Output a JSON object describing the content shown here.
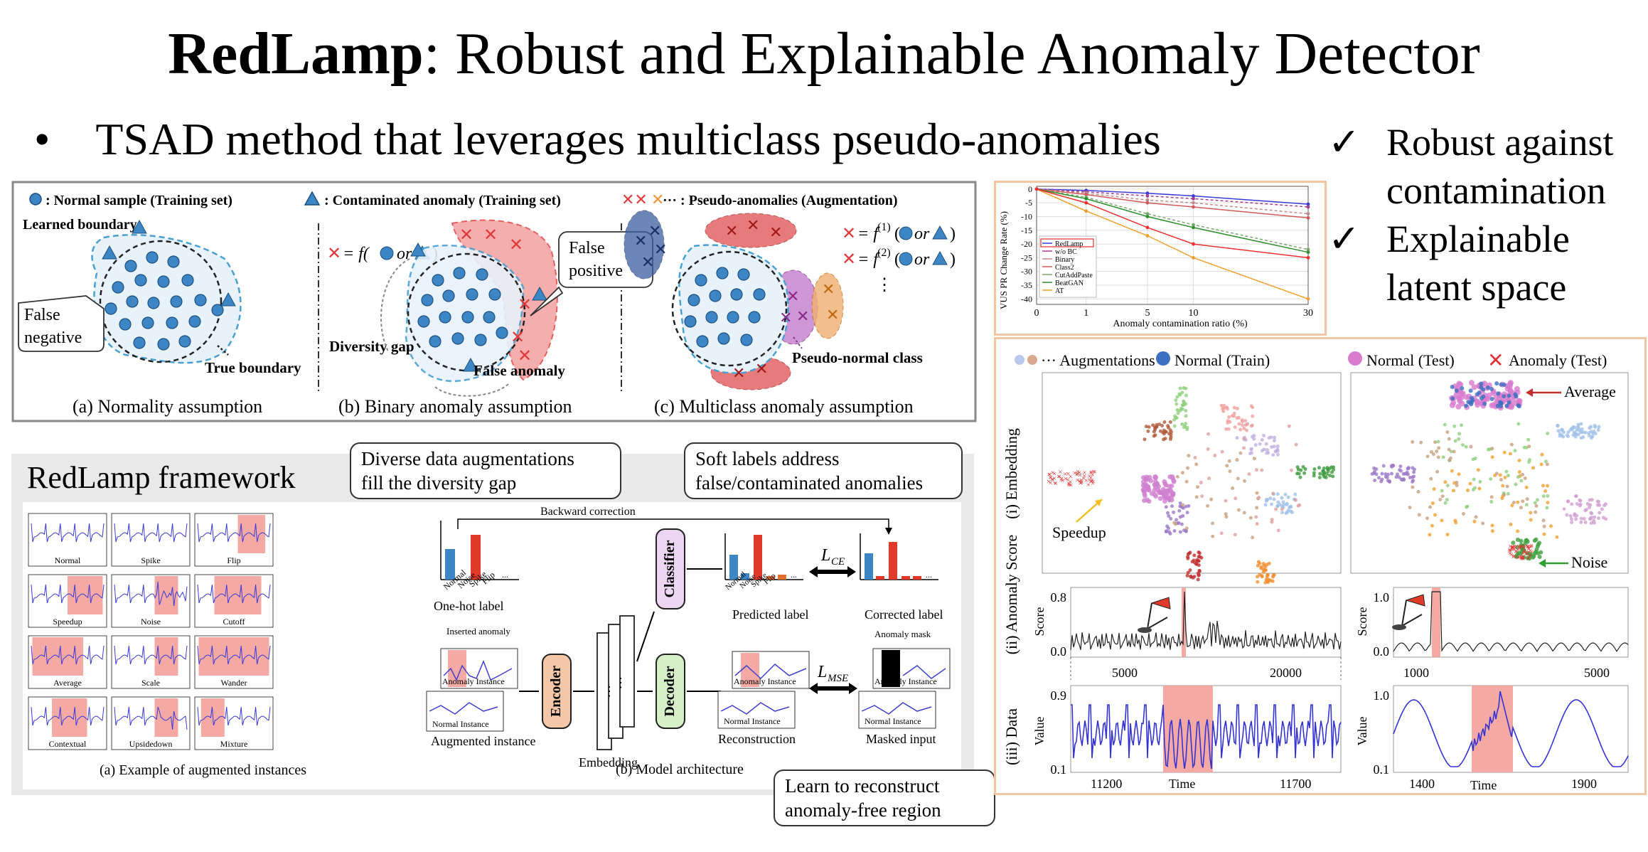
{
  "title": {
    "bold": "RedLamp",
    "rest": ": Robust and Explainable Anomaly Detector"
  },
  "bullet": {
    "symbol": "•",
    "text": "TSAD method that leverages multiclass pseudo-anomalies"
  },
  "checks": [
    {
      "mark": "✓",
      "line1": "Robust against",
      "line2": "contamination"
    },
    {
      "mark": "✓",
      "line1": "Explainable",
      "line2": "latent space"
    }
  ],
  "assumptions": {
    "legend_normal": ": Normal sample (Training set)",
    "legend_contam": ": Contaminated anomaly (Training set)",
    "legend_pseudo": "··· : Pseudo-anomalies (Augmentation)",
    "learned_boundary": "Learned boundary",
    "false_negative_1": "False",
    "false_negative_2": "negative",
    "true_boundary": "True boundary",
    "formula_b": "= f(",
    "or": "or",
    "false_positive_1": "False",
    "false_positive_2": "positive",
    "diversity_gap": "Diversity gap",
    "false_anomaly": "False anomaly",
    "formula_c1": "= f",
    "sup1": "(1)",
    "sup2": "(2)",
    "vdots": "⋮",
    "pseudo_normal": "Pseudo-normal class",
    "cap_a": "(a) Normality assumption",
    "cap_b": "(b) Binary anomaly assumption",
    "cap_c": "(c) Multiclass anomaly assumption"
  },
  "framework": {
    "title": "RedLamp framework",
    "callout1_l1": "Diverse data augmentations",
    "callout1_l2": "fill the diversity gap",
    "callout2_l1": "Soft labels address",
    "callout2_l2": "false/contaminated anomalies",
    "callout3_l1": "Learn to reconstruct",
    "callout3_l2": "anomaly-free region",
    "aug_names": [
      "Normal",
      "Spike",
      "Flip",
      "Speedup",
      "Noise",
      "Cutoff",
      "Average",
      "Scale",
      "Wander",
      "Contextual",
      "Upsidedown",
      "Mixture"
    ],
    "cap_a": "(a) Example of augmented instances",
    "cap_b": "(b) Model architecture",
    "backward_correction": "Backward correction",
    "one_hot": "One-hot label",
    "predicted": "Predicted label",
    "corrected": "Corrected label",
    "bar_labels": [
      "Normal",
      "Noise",
      "Spike",
      "Flip",
      "..."
    ],
    "classifier": "Classifier",
    "encoder": "Encoder",
    "decoder": "Decoder",
    "lce": "L",
    "lce_sub": "CE",
    "lmse": "L",
    "lmse_sub": "MSE",
    "inserted": "Inserted anomaly",
    "anomaly_instance": "Anomaly Instance",
    "normal_instance": "Normal Instance",
    "augmented_instance": "Augmented instance",
    "embedding": "Embedding",
    "reconstruction": "Reconstruction",
    "anomaly_mask": "Anomaly mask",
    "masked_input": "Masked input"
  },
  "vus_chart": {
    "ylabel": "VUS PR Change Rate (%)",
    "xlabel": "Anomaly contamination ratio (%)"
  },
  "chart_data": {
    "type": "line",
    "x": [
      0,
      1,
      5,
      10,
      30
    ],
    "ylim": [
      -42,
      1
    ],
    "xlabel": "Anomaly contamination ratio (%)",
    "ylabel": "VUS PR Change Rate (%)",
    "x_ticks": [
      0,
      1,
      5,
      10,
      30
    ],
    "y_ticks": [
      0,
      -5,
      -10,
      -15,
      -20,
      -25,
      -30,
      -35,
      -40
    ],
    "grid": true,
    "legend": "left",
    "series": [
      {
        "name": "RedLamp",
        "color": "#3b3bd9",
        "values": [
          0,
          -0.5,
          -1.5,
          -2.5,
          -5.5
        ]
      },
      {
        "name": "w/o BC",
        "color": "#a63f8f",
        "values": [
          0,
          -1,
          -2.5,
          -3.5,
          -6.5
        ]
      },
      {
        "name": "Binary",
        "color": "#c08b8b",
        "values": [
          0,
          -1.5,
          -4,
          -5,
          -9
        ]
      },
      {
        "name": "Class2",
        "color": "#d05a5a",
        "values": [
          0,
          -2,
          -5,
          -6.5,
          -10.5
        ]
      },
      {
        "name": "CutAddPaste",
        "color": "#7aa86d",
        "values": [
          0,
          -3,
          -9,
          -13,
          -22
        ]
      },
      {
        "name": "BeatGAN",
        "color": "#2f8f2f",
        "values": [
          0,
          -3.5,
          -10,
          -14,
          -23
        ]
      },
      {
        "name": "AT",
        "color": "#f0a030",
        "values": [
          0,
          -8,
          -17,
          -25,
          -40
        ]
      },
      {
        "name": "",
        "color": "#ee3030",
        "values": [
          0,
          -5,
          -14,
          -20,
          -25
        ]
      }
    ]
  },
  "embedding": {
    "leg_aug": "Augmentations",
    "leg_normal_train": "Normal (Train)",
    "leg_normal_test": "Normal (Test)",
    "leg_anomaly_test": "Anomaly (Test)",
    "row1": "(i) Embedding",
    "row2": "(ii) Anomaly Score",
    "row3": "(iii) Data",
    "speedup": "Speedup",
    "average": "Average",
    "noise": "Noise",
    "score": "Score",
    "value": "Value",
    "time": "Time",
    "l_score_ticks": [
      "0.8",
      "0.0"
    ],
    "l_score_x": [
      "5000",
      "20000"
    ],
    "l_value_ticks": [
      "0.9",
      "0.1"
    ],
    "l_value_x": [
      "11200",
      "11700"
    ],
    "r_score_ticks": [
      "1.0",
      "0.0"
    ],
    "r_score_x": [
      "1000",
      "5000"
    ],
    "r_value_ticks": [
      "1.0",
      "0.1"
    ],
    "r_value_x": [
      "1400",
      "1900"
    ]
  }
}
